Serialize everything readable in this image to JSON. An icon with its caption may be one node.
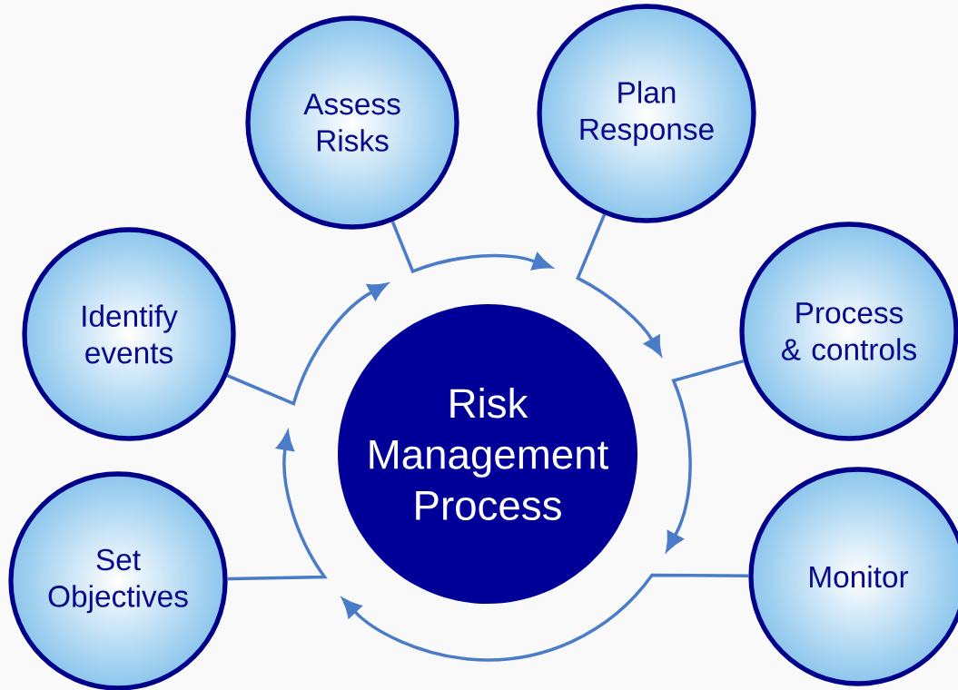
{
  "diagram": {
    "nodes": [
      {
        "text": [
          "Risk Management Process"
        ]
      },
      {
        "text": [
          "Set Objectives"
        ]
      },
      {
        "text": [
          "Identify events"
        ]
      },
      {
        "text": [
          "Assess Risks"
        ]
      },
      {
        "text": [
          "Plan Response"
        ]
      },
      {
        "text": [
          "Process & controls"
        ]
      },
      {
        "text": [
          "Monitor"
        ]
      }
    ],
    "edges": [
      {
        "from": 1,
        "to": null,
        "arrow": "to"
      },
      {
        "from": 2,
        "to": null,
        "arrow": "to"
      },
      {
        "from": 3,
        "to": null,
        "arrow": "to"
      },
      {
        "from": 4,
        "to": null,
        "arrow": "to"
      },
      {
        "from": 5,
        "to": null,
        "arrow": "to"
      },
      {
        "from": 6,
        "to": null,
        "arrow": "to"
      }
    ]
  }
}
